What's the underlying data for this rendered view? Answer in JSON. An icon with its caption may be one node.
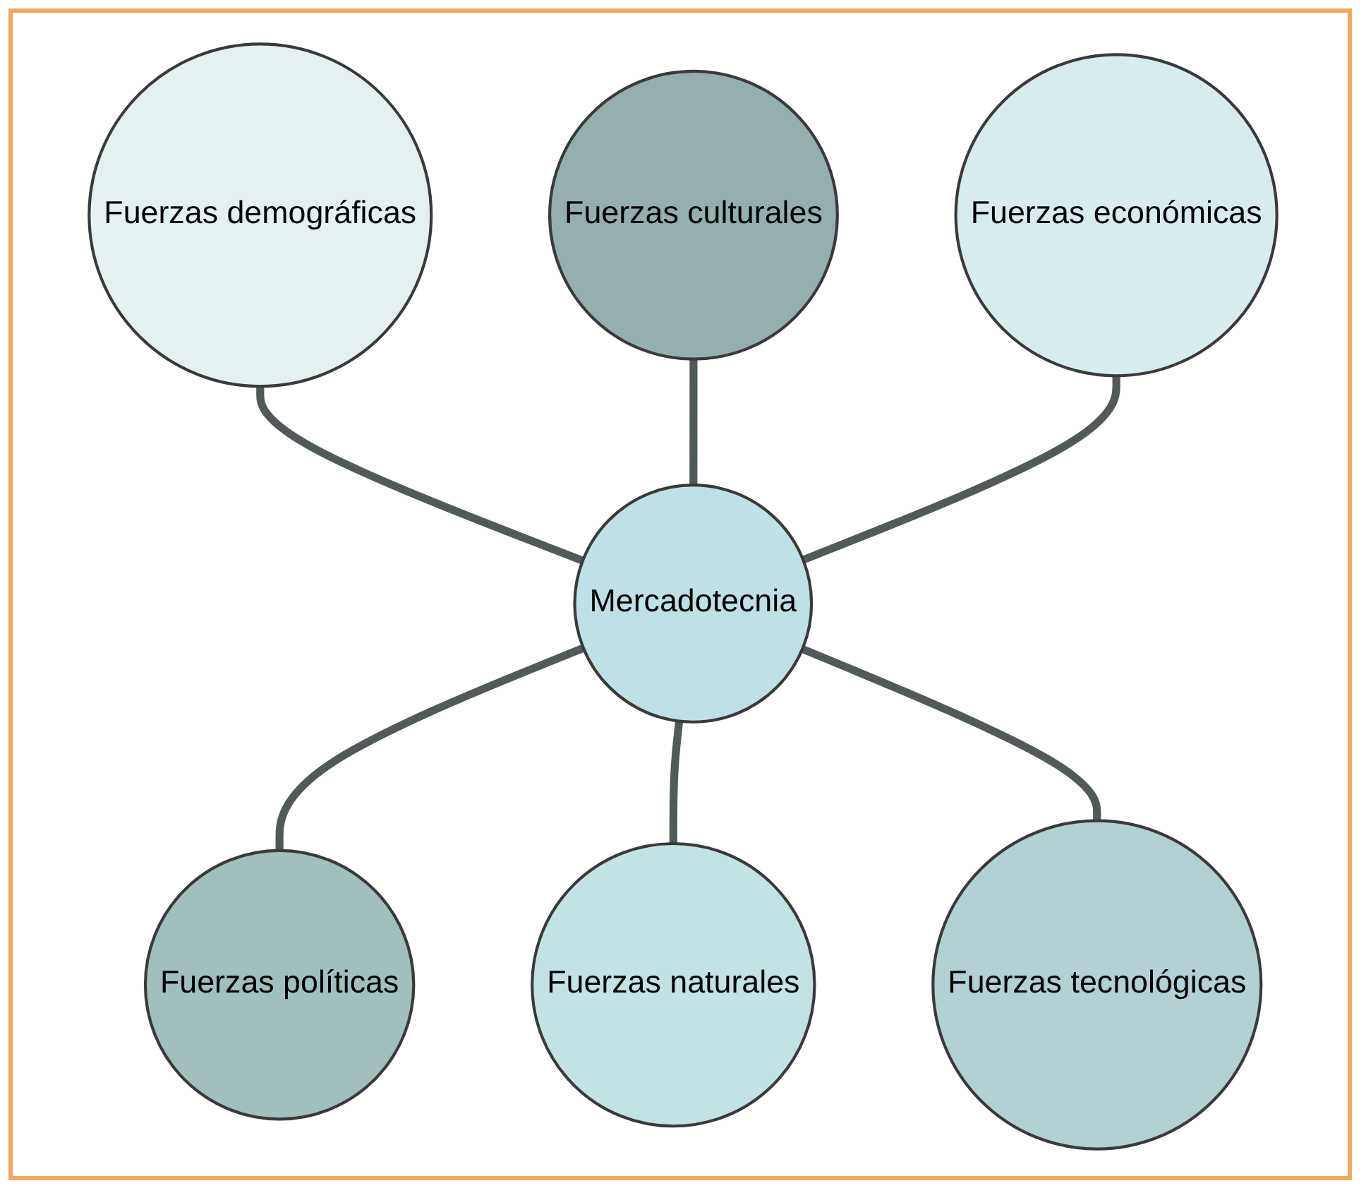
{
  "diagram": {
    "nodes": [
      {
        "text": [
          "Fuerzas demográficas"
        ]
      },
      {
        "text": [
          "Fuerzas culturales"
        ]
      },
      {
        "text": [
          "Fuerzas económicas"
        ]
      },
      {
        "text": [
          "Mercadotecnia"
        ]
      },
      {
        "text": [
          "Fuerzas políticas"
        ]
      },
      {
        "text": [
          "Fuerzas naturales"
        ]
      },
      {
        "text": [
          "Fuerzas tecnológicas"
        ]
      }
    ],
    "edges": [
      {
        "from": 0,
        "to": 3,
        "arrow": "none"
      },
      {
        "from": 1,
        "to": 3,
        "arrow": "none"
      },
      {
        "from": 2,
        "to": 3,
        "arrow": "none"
      },
      {
        "from": 3,
        "to": 4,
        "arrow": "none"
      },
      {
        "from": 3,
        "to": 5,
        "arrow": "none"
      },
      {
        "from": 3,
        "to": 6,
        "arrow": "none"
      }
    ]
  }
}
